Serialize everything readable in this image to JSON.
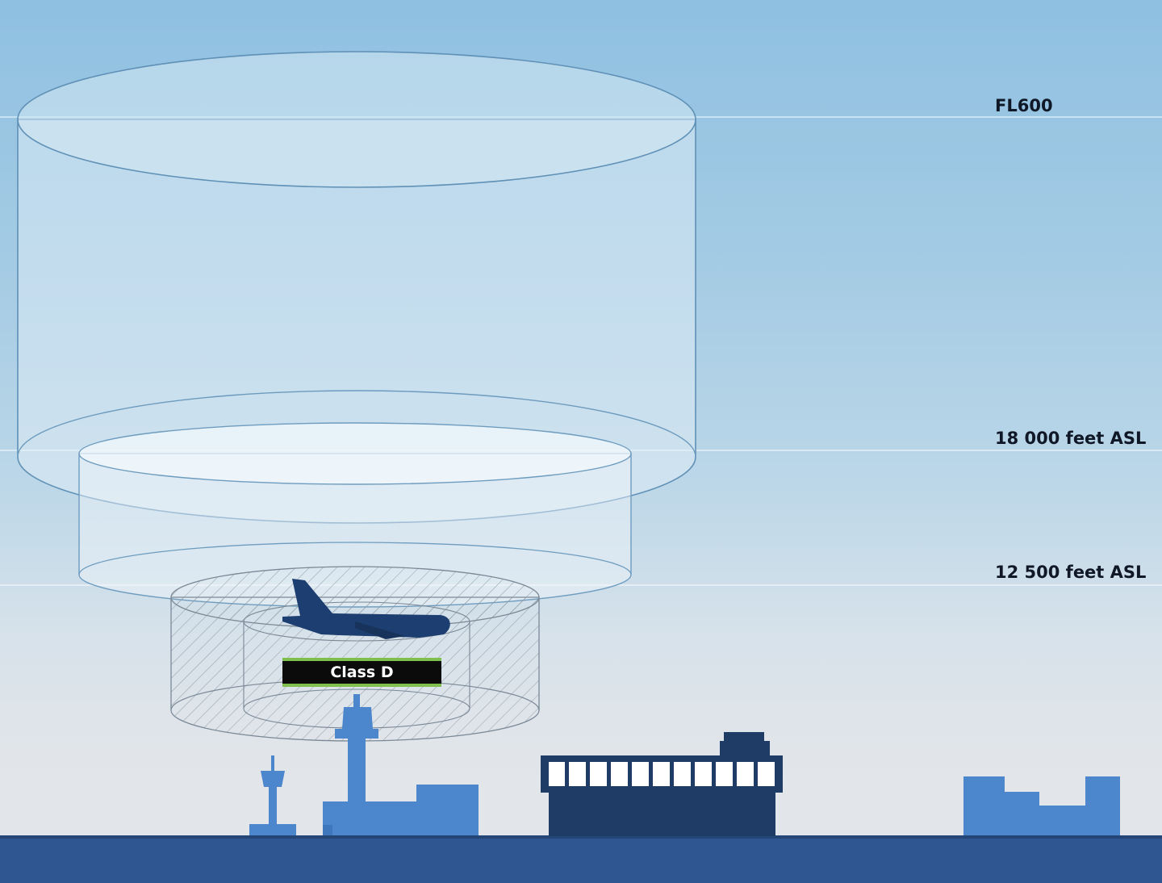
{
  "altitudes": {
    "fl600": "FL600",
    "ft18000": "18 000 feet ASL",
    "ft12500": "12 500 feet ASL"
  },
  "airspace_class_label": "Class D",
  "colors": {
    "sky_top": "#8fc0e1",
    "sky_bottom": "#e3e6ea",
    "ground": "#2f5691",
    "building_light": "#4c86cc",
    "building_dark": "#1f3c66",
    "label_accent": "#7fbf4d",
    "aircraft": "#1d3e70"
  },
  "icons": {
    "aircraft": "airliner-icon",
    "tower_main": "control-tower-icon",
    "tower_small": "small-tower-icon",
    "ship": "ship-icon",
    "buildings": "city-buildings-icon"
  }
}
